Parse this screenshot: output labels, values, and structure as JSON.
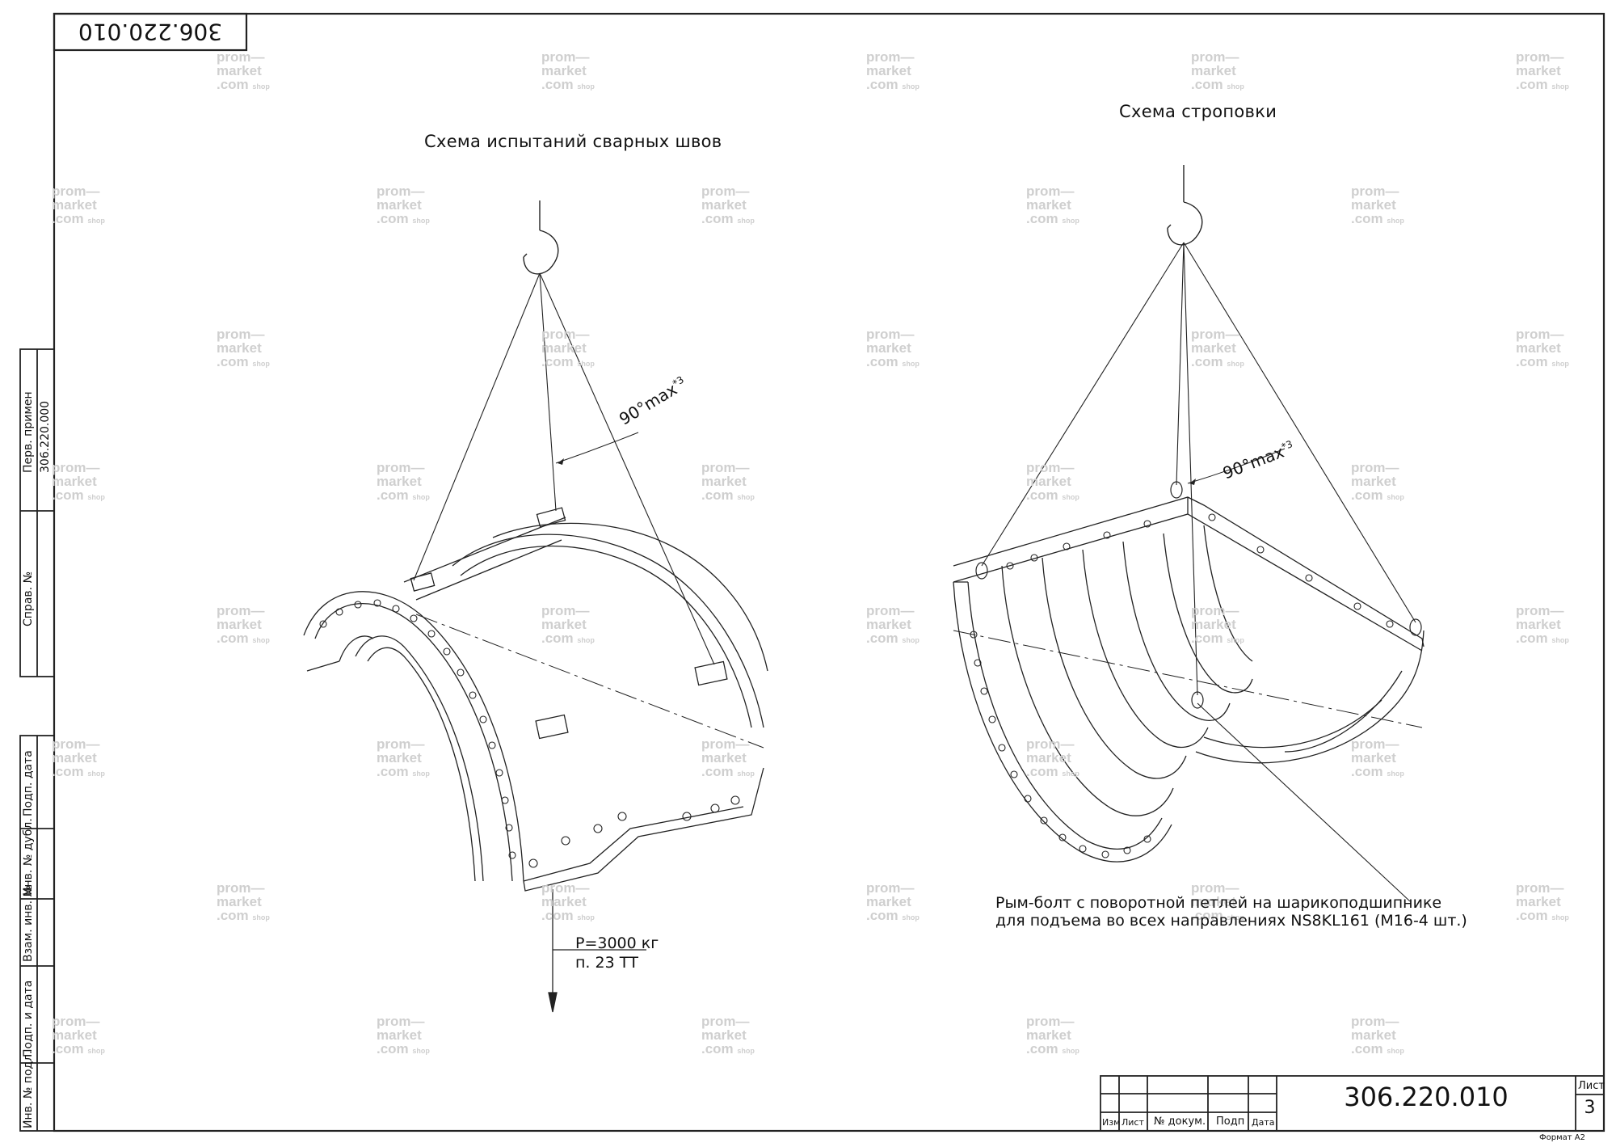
{
  "drawing": {
    "top_stamp": "306.220.010",
    "left_title": "Схема испытаний сварных швов",
    "right_title": "Схема строповки",
    "angle_left": "90°max",
    "angle_left_ref": "*3",
    "angle_right": "90°max",
    "angle_right_ref": "*3",
    "load_line1": "Р=3000 кг",
    "load_line2": "п. 23 ТТ",
    "eyebolt_line1": "Рым-болт с поворотной петлей на шарикоподшипнике",
    "eyebolt_line2": "для подъема во всех направлениях NS8KL161 (М16-4 шт.)"
  },
  "side_strip": {
    "perv_primen": "Перв. примен",
    "perv_value": "306.220.000",
    "sprav": "Справ. №",
    "podp_data": "Подп. дата",
    "inv_dubl": "Инв. № дубл.",
    "vzam_inv": "Взам. инв. №",
    "podp_i_data": "Подп. и дата",
    "inv_podl": "Инв. № подл."
  },
  "title_block": {
    "doc_number": "306.220.010",
    "col_izm": "Изм",
    "col_list": "Лист",
    "col_dokum": "№ докум.",
    "col_podp": "Подп",
    "col_data": "Дата",
    "sheet_label": "Лист",
    "sheet_value": "3",
    "format": "Формат А2"
  },
  "watermark": {
    "line1": "prom—",
    "line2": "market",
    "line3": ".com",
    "suffix": "shop"
  }
}
